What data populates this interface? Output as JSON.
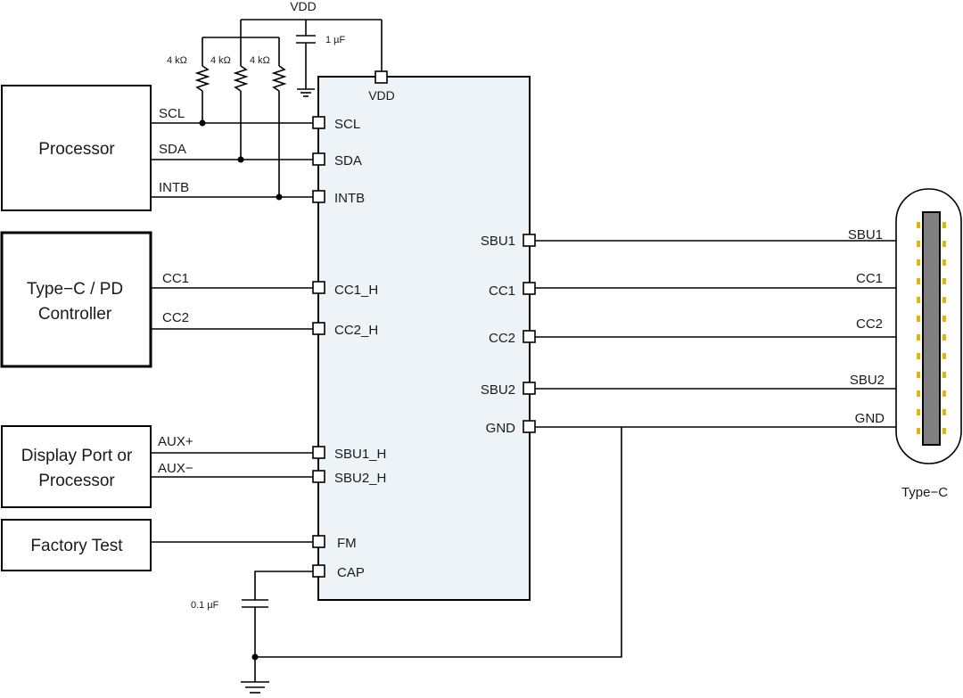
{
  "rail": {
    "vdd_top": "VDD"
  },
  "components": {
    "res1": "4 kΩ",
    "res2": "4 kΩ",
    "res3": "4 kΩ",
    "cap_top": "1 µF",
    "cap_bottom": "0.1 µF"
  },
  "blocks": {
    "processor": "Processor",
    "typec_pd_line1": "Type−C / PD",
    "typec_pd_line2": "Controller",
    "display_line1": "Display Port or",
    "display_line2": "Processor",
    "factory_test": "Factory Test"
  },
  "nets": {
    "scl": "SCL",
    "sda": "SDA",
    "intb": "INTB",
    "cc1": "CC1",
    "cc2": "CC2",
    "aux_plus": "AUX+",
    "aux_minus": "AUX−"
  },
  "ic_left_pins": {
    "scl": "SCL",
    "sda": "SDA",
    "intb": "INTB",
    "cc1_h": "CC1_H",
    "cc2_h": "CC2_H",
    "sbu1_h": "SBU1_H",
    "sbu2_h": "SBU2_H",
    "fm": "FM",
    "cap": "CAP"
  },
  "ic_top_pin": "VDD",
  "ic_right_pins": {
    "sbu1": "SBU1",
    "cc1": "CC1",
    "cc2": "CC2",
    "sbu2": "SBU2",
    "gnd": "GND"
  },
  "connector_nets": {
    "sbu1": "SBU1",
    "cc1": "CC1",
    "cc2": "CC2",
    "sbu2": "SBU2",
    "gnd": "GND"
  },
  "connector_label": "Type−C",
  "colors": {
    "ic_fill": "#eef3f7",
    "contact": "#e8b400",
    "tongue": "#808080"
  }
}
